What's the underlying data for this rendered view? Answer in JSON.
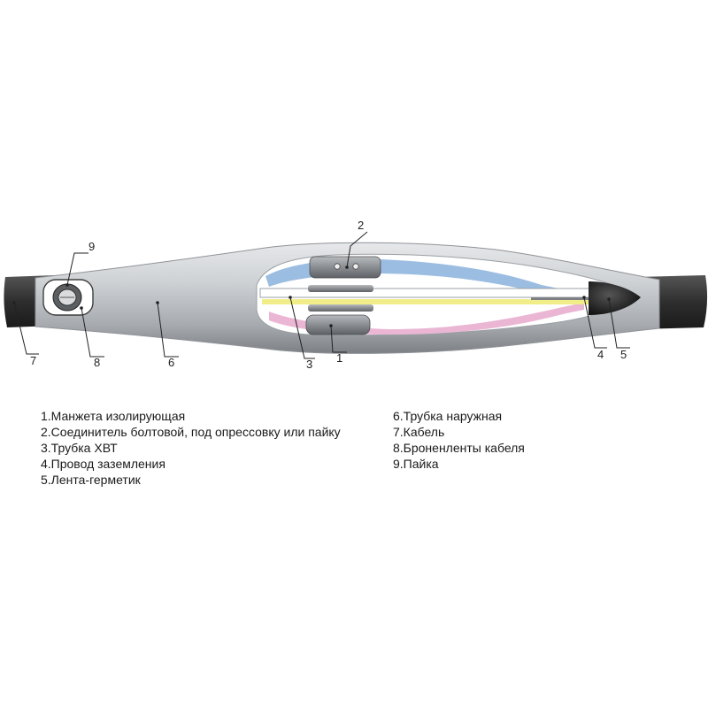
{
  "colors": {
    "cable": "#3a3a3a",
    "outer_tube": "#c9cccf",
    "core_blue": "#9cbde2",
    "core_white": "#ffffff",
    "core_yellow": "#f1ee8a",
    "core_pink": "#eab6d4",
    "connector": "#8d9094",
    "sealant": "#1c1c1c"
  },
  "callouts": {
    "c1": "1",
    "c2": "2",
    "c3": "3",
    "c4": "4",
    "c5": "5",
    "c6": "6",
    "c7": "7",
    "c8": "8",
    "c9": "9"
  },
  "legend": {
    "left": [
      "1.Манжета изолирующая",
      "2.Соединитель болтовой, под опрессовку или пайку",
      "3.Трубка ХВТ",
      "4.Провод заземления",
      "5.Лента-герметик"
    ],
    "right": [
      "6.Трубка наружная",
      "7.Кабель",
      "8.Броненленты кабеля",
      "9.Пайка"
    ]
  }
}
